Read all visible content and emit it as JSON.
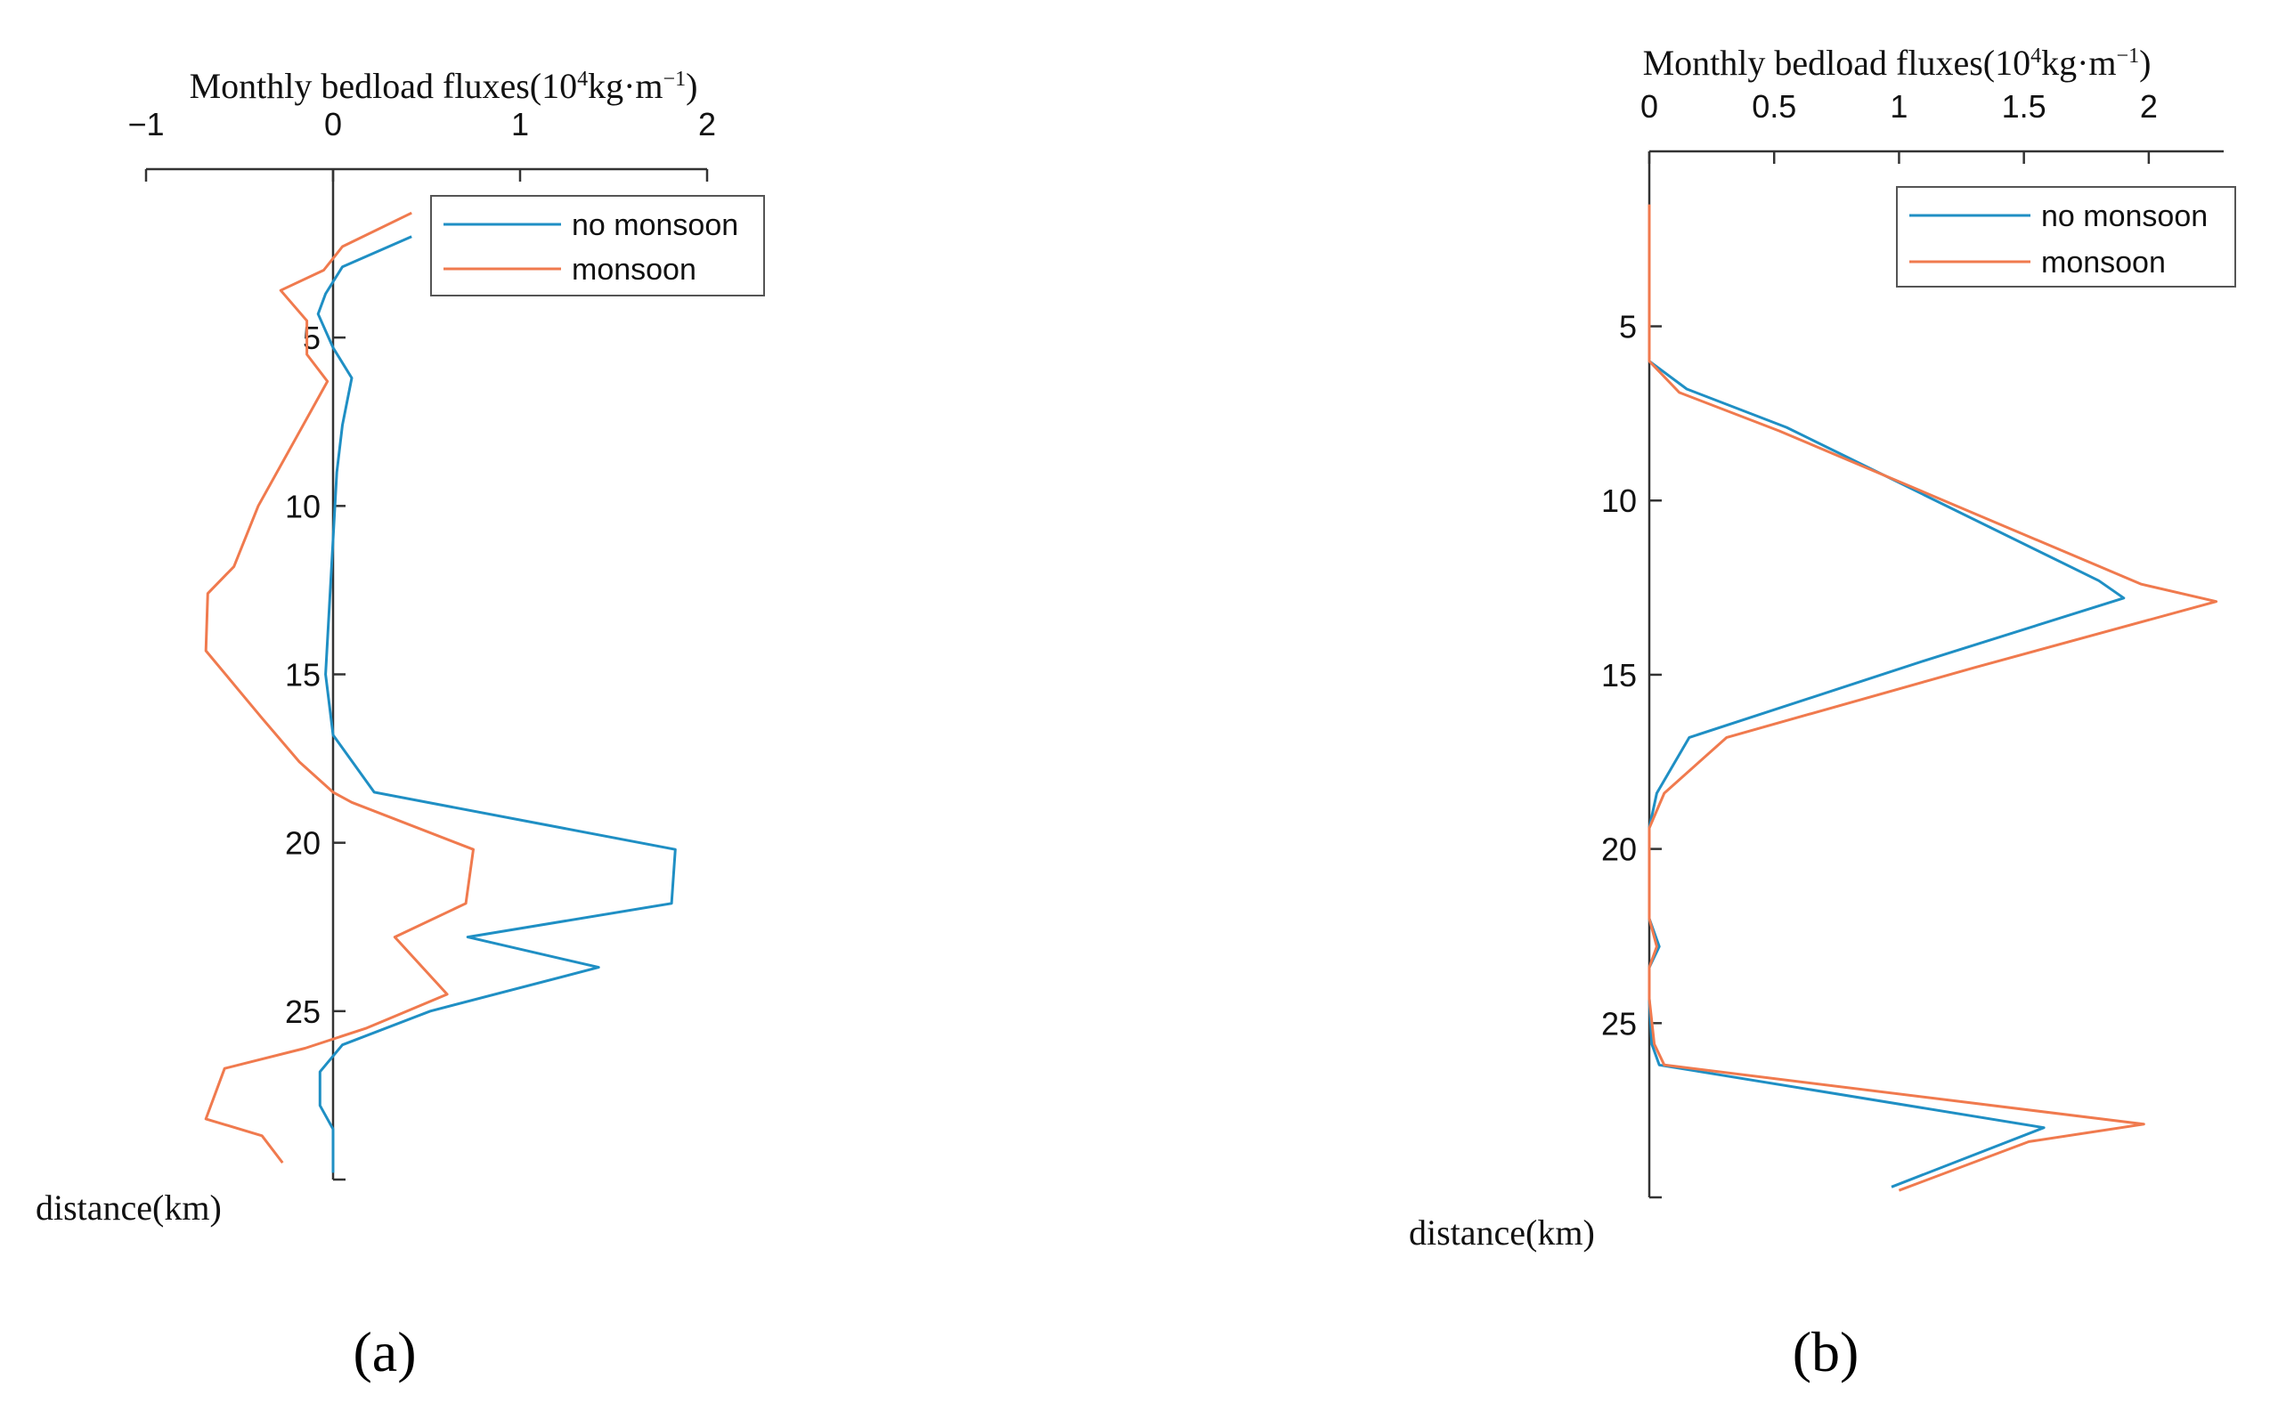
{
  "chart_data": [
    {
      "type": "line",
      "panel_label": "(a)",
      "xlabel_main": "Monthly bedload fluxes(10",
      "xlabel_sup1": "4",
      "xlabel_mid": "kg·m",
      "xlabel_sup2": "−1",
      "xlabel_end": ")",
      "ylabel": "distance(km)",
      "xlim": [
        -1,
        2
      ],
      "ylim": [
        0,
        30
      ],
      "x_axis_position": "top",
      "y_axis_reversed": true,
      "x_ticks": [
        -1,
        0,
        1,
        2
      ],
      "x_tick_labels": [
        "−1",
        "0",
        "1",
        "2"
      ],
      "y_ticks": [
        5,
        10,
        15,
        20,
        25
      ],
      "y_tick_labels": [
        "5",
        "10",
        "15",
        "20",
        "25"
      ],
      "legend_placement": "top-right",
      "series": [
        {
          "name": "no monsoon",
          "color": "#1f8fc4",
          "points": [
            [
              0.42,
              2.0
            ],
            [
              0.05,
              2.9
            ],
            [
              -0.04,
              3.7
            ],
            [
              -0.08,
              4.3
            ],
            [
              0.0,
              5.3
            ],
            [
              0.1,
              6.2
            ],
            [
              0.05,
              7.6
            ],
            [
              0.02,
              9.0
            ],
            [
              0.0,
              11.0
            ],
            [
              -0.02,
              13.0
            ],
            [
              -0.04,
              15.0
            ],
            [
              0.0,
              16.8
            ],
            [
              0.22,
              18.5
            ],
            [
              1.83,
              20.2
            ],
            [
              1.81,
              21.8
            ],
            [
              0.72,
              22.8
            ],
            [
              1.42,
              23.7
            ],
            [
              0.52,
              25.0
            ],
            [
              0.05,
              26.0
            ],
            [
              -0.07,
              26.8
            ],
            [
              -0.07,
              27.8
            ],
            [
              0.0,
              28.5
            ],
            [
              0.0,
              29.8
            ]
          ]
        },
        {
          "name": "monsoon",
          "color": "#f07a4e",
          "points": [
            [
              0.42,
              1.3
            ],
            [
              0.05,
              2.3
            ],
            [
              -0.05,
              3.0
            ],
            [
              -0.28,
              3.6
            ],
            [
              -0.14,
              4.5
            ],
            [
              -0.14,
              5.5
            ],
            [
              -0.03,
              6.3
            ],
            [
              -0.2,
              8.0
            ],
            [
              -0.4,
              10.0
            ],
            [
              -0.53,
              11.8
            ],
            [
              -0.67,
              12.6
            ],
            [
              -0.68,
              14.3
            ],
            [
              -0.5,
              15.5
            ],
            [
              -0.38,
              16.3
            ],
            [
              -0.18,
              17.6
            ],
            [
              0.0,
              18.5
            ],
            [
              0.1,
              18.8
            ],
            [
              0.75,
              20.2
            ],
            [
              0.71,
              21.8
            ],
            [
              0.33,
              22.8
            ],
            [
              0.61,
              24.5
            ],
            [
              0.18,
              25.5
            ],
            [
              -0.15,
              26.1
            ],
            [
              -0.58,
              26.7
            ],
            [
              -0.68,
              28.2
            ],
            [
              -0.38,
              28.7
            ],
            [
              -0.27,
              29.5
            ]
          ]
        }
      ]
    },
    {
      "type": "line",
      "panel_label": "(b)",
      "xlabel_main": "Monthly bedload fluxes(10",
      "xlabel_sup1": "4",
      "xlabel_mid": "kg·m",
      "xlabel_sup2": "−1",
      "xlabel_end": ")",
      "ylabel": "distance(km)",
      "xlim": [
        0,
        2.3
      ],
      "ylim": [
        1,
        30
      ],
      "x_axis_position": "top",
      "y_axis_reversed": true,
      "x_ticks": [
        0,
        0.5,
        1,
        1.5,
        2
      ],
      "x_tick_labels": [
        "0",
        "0.5",
        "1",
        "1.5",
        "2"
      ],
      "y_ticks": [
        5,
        10,
        15,
        20,
        25
      ],
      "y_tick_labels": [
        "5",
        "10",
        "15",
        "20",
        "25"
      ],
      "legend_placement": "top-right",
      "series": [
        {
          "name": "no monsoon",
          "color": "#1f8fc4",
          "points": [
            [
              0.0,
              1.5
            ],
            [
              0.0,
              6.0
            ],
            [
              0.15,
              6.8
            ],
            [
              0.55,
              7.9
            ],
            [
              1.8,
              12.3
            ],
            [
              1.9,
              12.8
            ],
            [
              1.1,
              14.6
            ],
            [
              0.16,
              16.8
            ],
            [
              0.03,
              18.4
            ],
            [
              0.0,
              19.4
            ],
            [
              0.0,
              22.0
            ],
            [
              0.04,
              22.8
            ],
            [
              0.0,
              23.4
            ],
            [
              0.0,
              24.3
            ],
            [
              0.01,
              25.6
            ],
            [
              0.04,
              26.2
            ],
            [
              1.58,
              28.0
            ],
            [
              0.97,
              29.7
            ]
          ]
        },
        {
          "name": "monsoon",
          "color": "#f07a4e",
          "points": [
            [
              0.0,
              1.5
            ],
            [
              0.0,
              6.0
            ],
            [
              0.12,
              6.9
            ],
            [
              0.52,
              8.0
            ],
            [
              1.97,
              12.4
            ],
            [
              2.27,
              12.9
            ],
            [
              1.3,
              14.8
            ],
            [
              0.31,
              16.8
            ],
            [
              0.06,
              18.4
            ],
            [
              0.0,
              19.4
            ],
            [
              0.0,
              22.0
            ],
            [
              0.03,
              22.8
            ],
            [
              0.0,
              23.4
            ],
            [
              0.0,
              24.3
            ],
            [
              0.02,
              25.6
            ],
            [
              0.06,
              26.2
            ],
            [
              1.98,
              27.9
            ],
            [
              1.52,
              28.4
            ],
            [
              1.0,
              29.8
            ]
          ]
        }
      ]
    }
  ]
}
